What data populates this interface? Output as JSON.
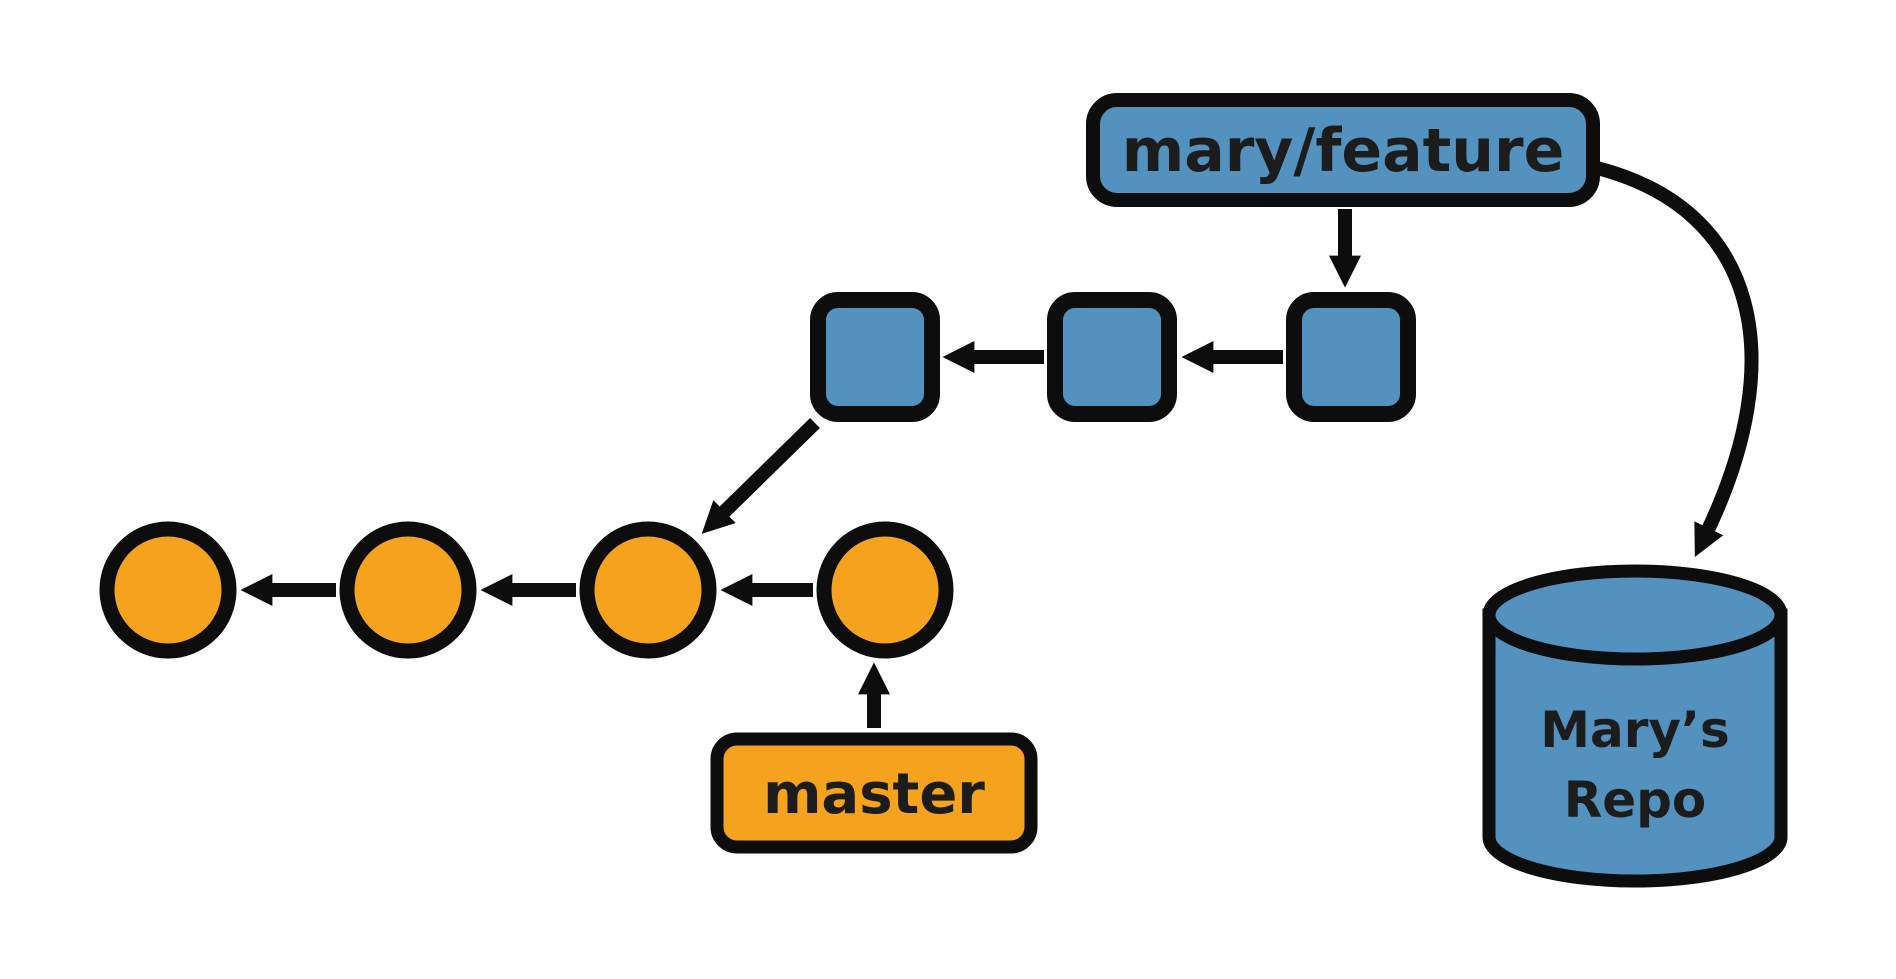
{
  "diagram": {
    "type": "git-branch-diagram",
    "description_visible_elements": "commit graph with master branch, mary/feature branch and Mary's Repo database cylinder",
    "master_commit_count": 4,
    "feature_commit_count": 3
  },
  "labels": {
    "feature_branch": "mary/feature",
    "master_branch": "master",
    "repo_line1": "Mary’s",
    "repo_line2": "Repo"
  },
  "colors": {
    "blue": "#5391bf",
    "orange": "#f5a31f",
    "outline": "#0d0d0d",
    "text": "#1c1c1c",
    "background": "#ffffff"
  }
}
